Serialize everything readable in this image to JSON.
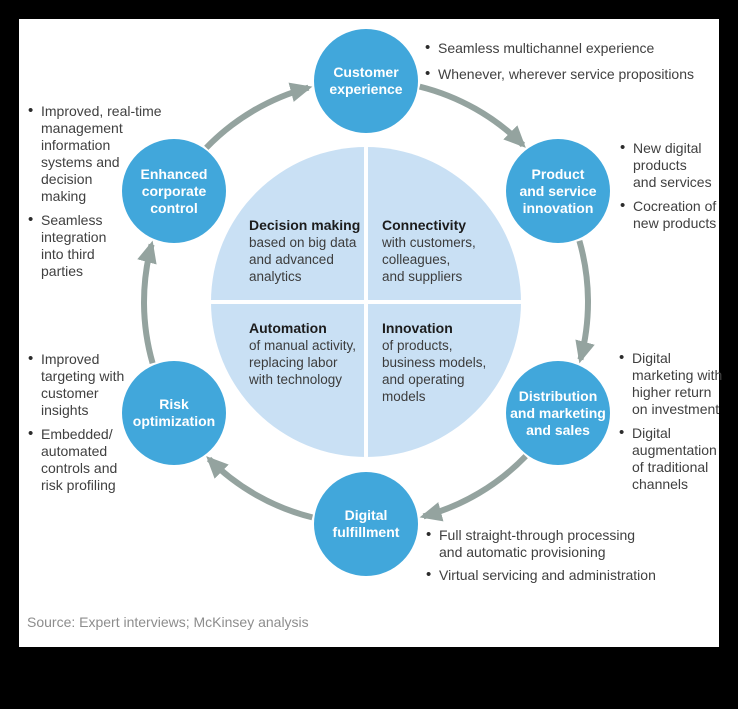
{
  "diagram": {
    "source_note": "Source: Expert interviews; McKinsey analysis"
  },
  "colors": {
    "node_fill": "#41a7db",
    "center_fill": "#c9e0f4",
    "arrow": "#94a39f",
    "frame": "#000000",
    "canvas": "#ffffff"
  },
  "nodes": [
    {
      "id": "customer-experience",
      "label": "Customer\nexperience"
    },
    {
      "id": "product-service-innovation",
      "label": "Product\nand service\ninnovation"
    },
    {
      "id": "distribution-marketing-sales",
      "label": "Distribution\nand marketing\nand sales"
    },
    {
      "id": "digital-fulfillment",
      "label": "Digital\nfulfillment"
    },
    {
      "id": "risk-optimization",
      "label": "Risk\noptimization"
    },
    {
      "id": "enhanced-corporate-control",
      "label": "Enhanced\ncorporate\ncontrol"
    }
  ],
  "center_quadrants": [
    {
      "title": "Decision making",
      "body": "based on big data\nand advanced\nanalytics"
    },
    {
      "title": "Connectivity",
      "body": "with customers,\ncolleagues,\nand suppliers"
    },
    {
      "title": "Automation",
      "body": "of manual activity,\nreplacing labor\nwith technology"
    },
    {
      "title": "Innovation",
      "body": "of products,\nbusiness models,\nand operating\nmodels"
    }
  ],
  "bullets": {
    "customer": [
      "Seamless multichannel experience",
      "Whenever, wherever service propositions"
    ],
    "product": [
      "New digital\nproducts\nand services",
      "Cocreation of\nnew products"
    ],
    "distribution": [
      "Digital\nmarketing with\nhigher return\non investment",
      "Digital\naugmentation\nof traditional\nchannels"
    ],
    "digital": [
      "Full straight-through processing\nand automatic provisioning",
      "Virtual servicing and administration"
    ],
    "risk": [
      "Improved\ntargeting with\ncustomer\ninsights",
      "Embedded/\nautomated\ncontrols and\nrisk profiling"
    ],
    "enhanced": [
      "Improved, real-time\nmanagement\ninformation\nsystems and\ndecision\nmaking",
      "Seamless\nintegration\ninto third\nparties"
    ]
  }
}
